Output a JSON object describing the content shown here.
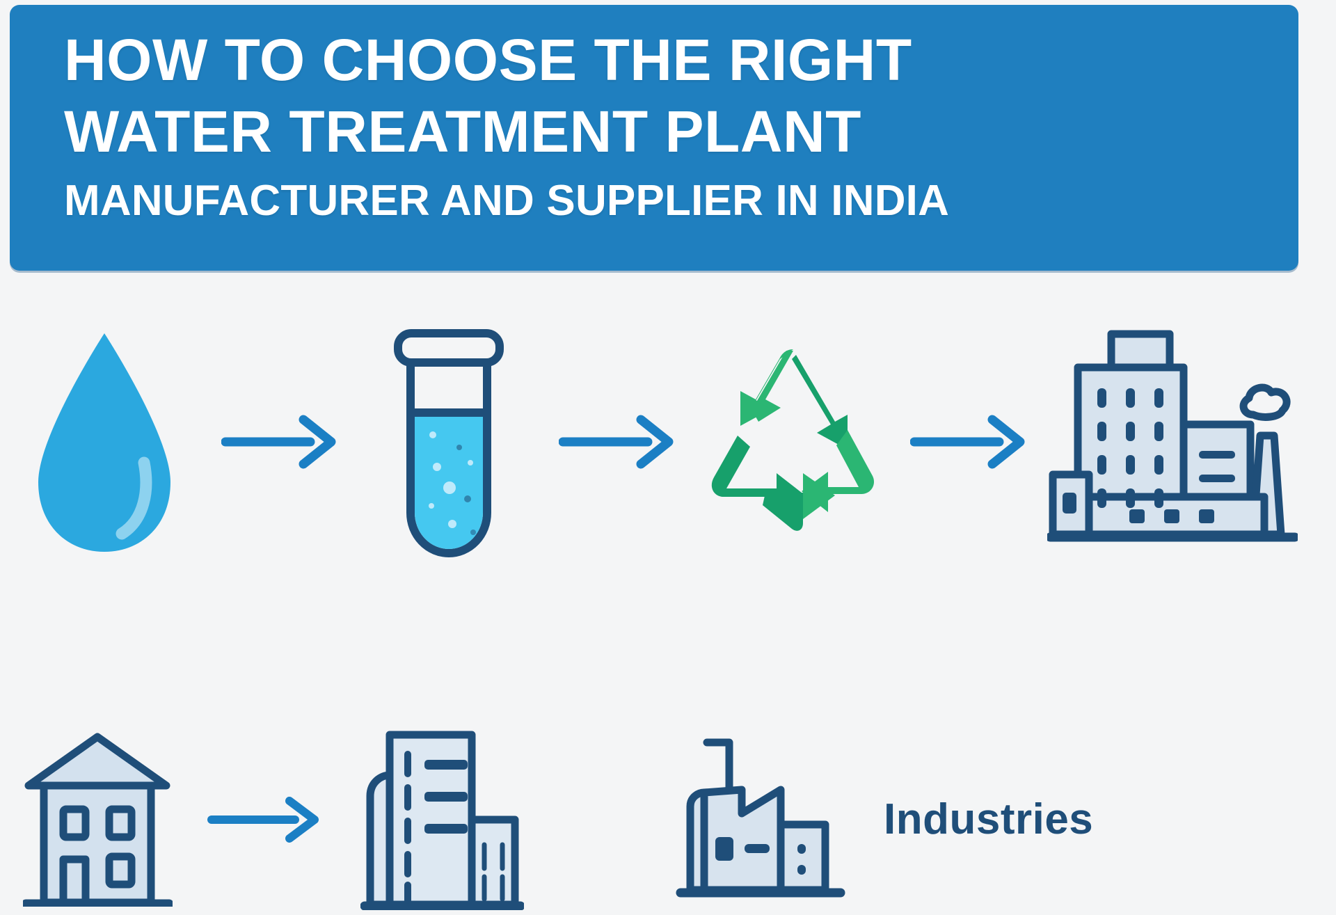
{
  "page": {
    "background_color": "#f4f5f6"
  },
  "banner": {
    "background_color": "#1f7fbf",
    "text_color": "#ffffff",
    "line1": "HOW TO CHOOSE THE RIGHT",
    "line2": "WATER TREATMENT PLANT",
    "line3": "MANUFACTURER AND SUPPLIER IN INDIA"
  },
  "flow_top": {
    "items": [
      {
        "icon": "water-drop-icon",
        "color": "#2ba8df"
      },
      {
        "icon": "test-tube-icon",
        "color": "#45c8f0",
        "outline_color": "#1f4e79"
      },
      {
        "icon": "recycle-icon",
        "color_light": "#2bb673",
        "color_dark": "#17a06b"
      },
      {
        "icon": "industrial-buildings-icon",
        "color": "#1f4e79",
        "fill_color": "#d7e3ee"
      }
    ],
    "arrow": {
      "icon": "arrow-right-icon",
      "color": "#1b7fc4"
    }
  },
  "flow_bottom": {
    "items": [
      {
        "icon": "house-icon",
        "color": "#1f4e79",
        "fill_color": "#d3e1ee"
      },
      {
        "icon": "office-towers-icon",
        "color": "#1f4e79",
        "fill_color": "#dde8f2"
      },
      {
        "icon": "factory-icon",
        "color": "#1f4e79",
        "fill_color": "#d7e3ee"
      }
    ],
    "arrow": {
      "icon": "arrow-right-icon",
      "color": "#1b7fc4"
    },
    "label": "Industries",
    "label_color": "#1f4e79"
  }
}
